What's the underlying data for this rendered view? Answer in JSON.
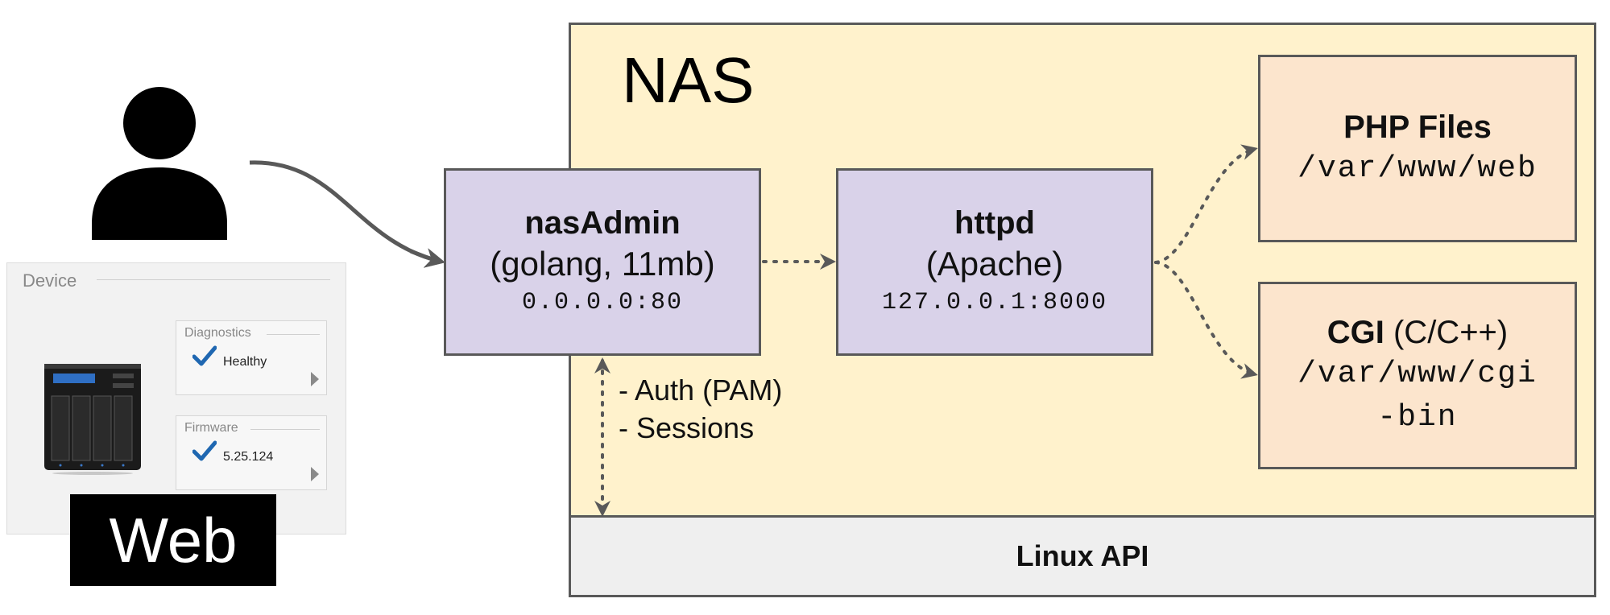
{
  "nas": {
    "title": "NAS",
    "linux_api": "Linux API"
  },
  "nasadmin": {
    "title": "nasAdmin",
    "subtitle": "(golang, 11mb)",
    "address": "0.0.0.0:80"
  },
  "httpd": {
    "title": "httpd",
    "subtitle": "(Apache)",
    "address": "127.0.0.1:8000"
  },
  "php": {
    "title": "PHP Files",
    "path": "/var/www/web"
  },
  "cgi": {
    "title": "CGI",
    "title_suffix": " (C/C++)",
    "path_line1": "/var/www/cgi",
    "path_line2": "-bin"
  },
  "auth_notes": [
    "- Auth (PAM)",
    "- Sessions"
  ],
  "web": {
    "device_label": "Device",
    "diagnostics": {
      "title": "Diagnostics",
      "value": "Healthy"
    },
    "firmware": {
      "title": "Firmware",
      "value": "5.25.124"
    },
    "badge": "Web"
  },
  "colors": {
    "nas_bg": "#fff2cc",
    "service_bg": "#d9d2e9",
    "files_bg": "#fce5cd",
    "linux_bg": "#efefef",
    "check": "#1f67b1",
    "arrow": "#595959"
  },
  "icons": [
    "user-icon",
    "nas-device-icon",
    "checkmark-icon",
    "chevron-right-icon"
  ]
}
